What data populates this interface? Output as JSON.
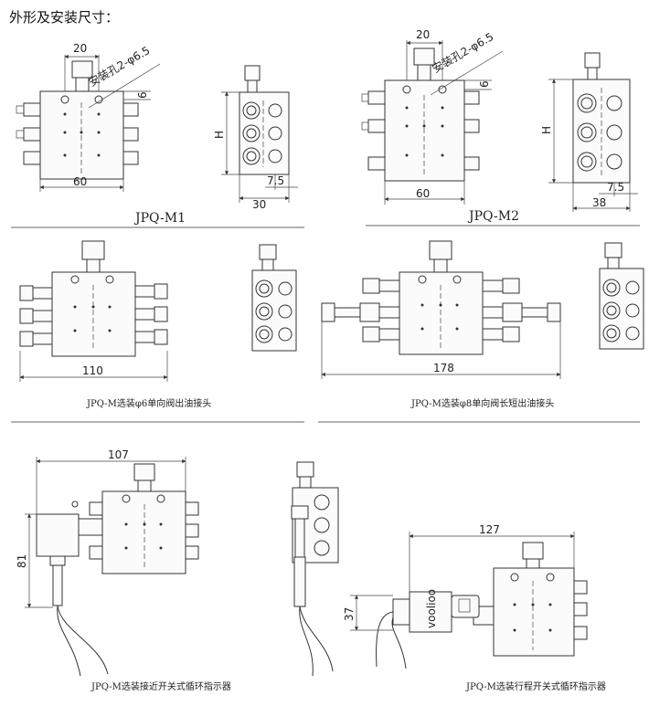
{
  "heading": "外形及安装尺寸：",
  "m1": {
    "dim_top": "20",
    "hole_label": "安装孔2-φ6.5",
    "dim_6": "6",
    "dim_width": "60",
    "dim_height": "H",
    "dim_7_5": "7.5",
    "dim_30": "30",
    "caption": "JPQ-M1"
  },
  "m2": {
    "dim_top": "20",
    "hole_label": "安装孔2-φ6.5",
    "dim_6": "6",
    "dim_width": "60",
    "dim_height": "H",
    "dim_7_5": "7.5",
    "dim_38": "38",
    "caption": "JPQ-M2"
  },
  "phi6": {
    "dim_width": "110",
    "caption": "JPQ-M选装φ6单向阀出油接头"
  },
  "phi8": {
    "dim_width": "178",
    "caption": "JPQ-M选装φ8单向阀长短出油接头"
  },
  "proximity": {
    "dim_width": "107",
    "dim_height": "81",
    "caption": "JPQ-M选装接近开关式循环指示器"
  },
  "travel": {
    "dim_width": "127",
    "dim_height": "37",
    "brand": "voolioo",
    "caption": "JPQ-M选装行程开关式循环指示器"
  }
}
